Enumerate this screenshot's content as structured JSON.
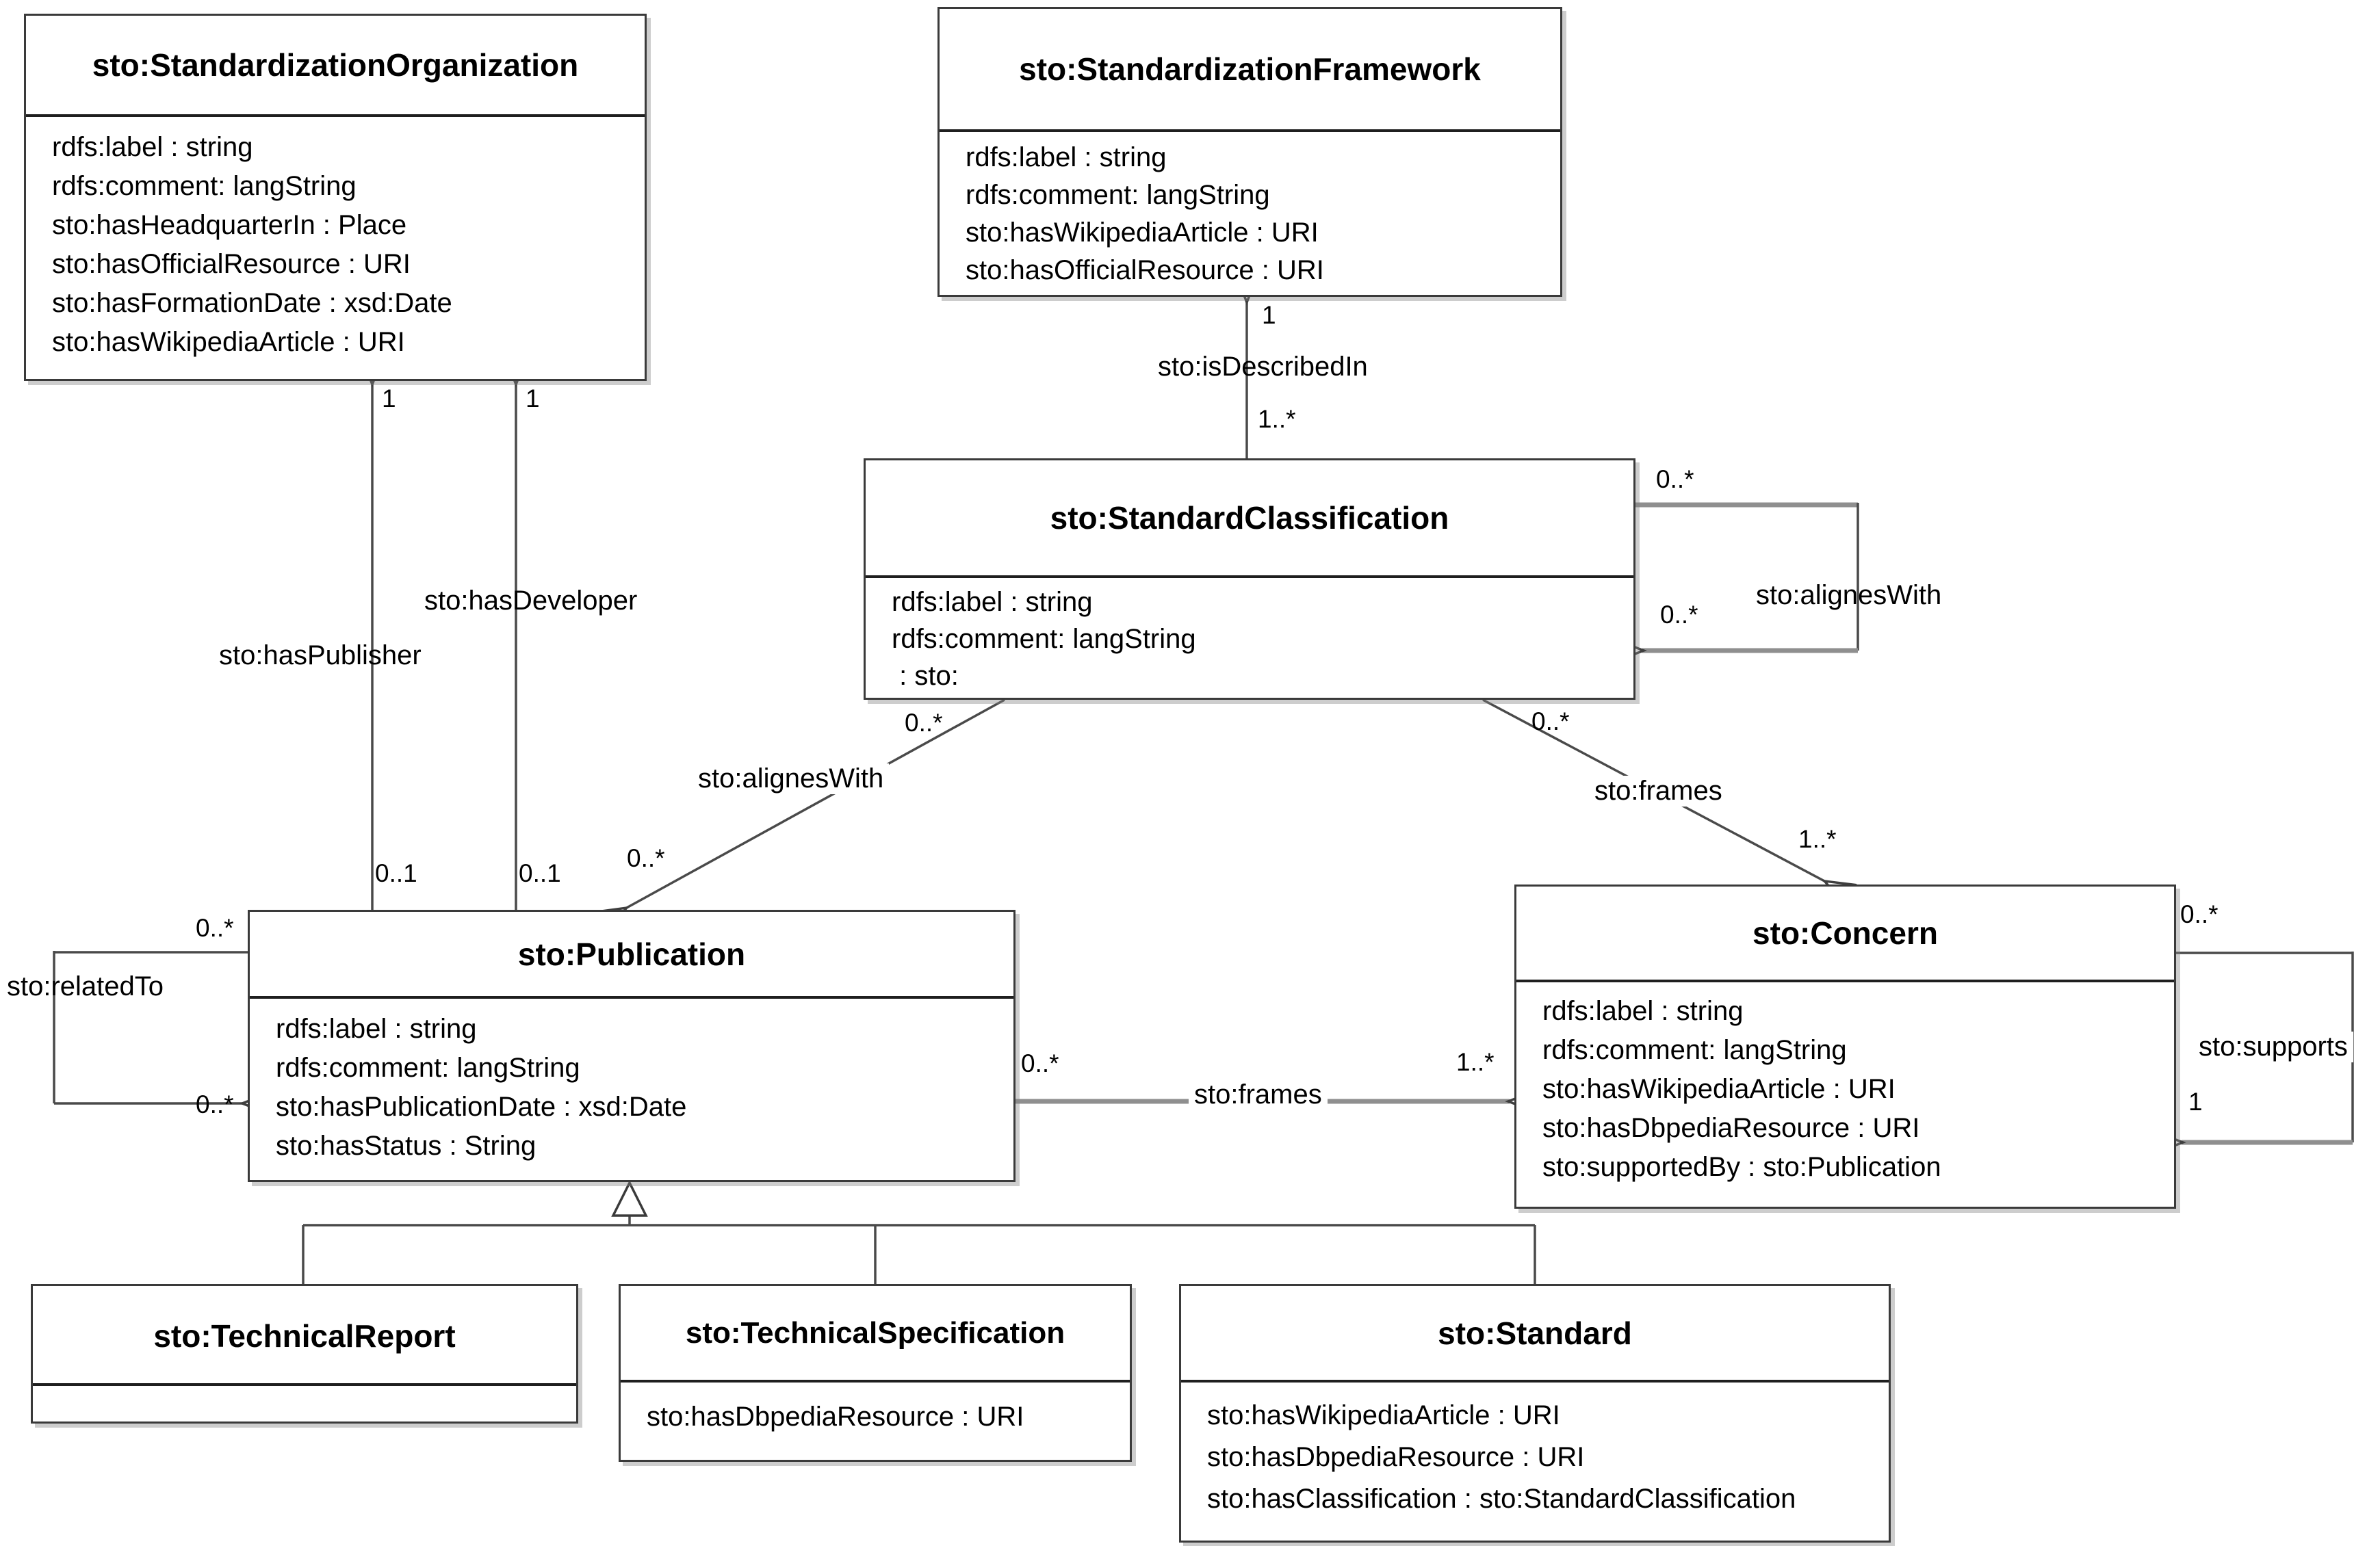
{
  "classes": [
    {
      "title": "sto:StandardizationOrganization",
      "attributes": [
        "rdfs:label : string",
        "rdfs:comment: langString",
        "sto:hasHeadquarterIn : Place",
        "sto:hasOfficialResource : URI",
        "sto:hasFormationDate : xsd:Date",
        "sto:hasWikipediaArticle : URI"
      ]
    },
    {
      "title": "sto:StandardizationFramework",
      "attributes": [
        "rdfs:label : string",
        "rdfs:comment: langString",
        "sto:hasWikipediaArticle : URI",
        "sto:hasOfficialResource : URI"
      ]
    },
    {
      "title": "sto:StandardClassification",
      "attributes": [
        "rdfs:label : string",
        "rdfs:comment: langString",
        " : sto:"
      ]
    },
    {
      "title": "sto:Publication",
      "attributes": [
        "rdfs:label : string",
        "rdfs:comment: langString",
        "sto:hasPublicationDate : xsd:Date",
        "sto:hasStatus : String"
      ]
    },
    {
      "title": "sto:Concern",
      "attributes": [
        "rdfs:label : string",
        "rdfs:comment: langString",
        "sto:hasWikipediaArticle : URI",
        "sto:hasDbpediaResource : URI",
        "sto:supportedBy : sto:Publication"
      ]
    },
    {
      "title": "sto:TechnicalReport",
      "attributes": []
    },
    {
      "title": "sto:TechnicalSpecification",
      "attributes": [
        "sto:hasDbpediaResource : URI"
      ]
    },
    {
      "title": "sto:Standard",
      "attributes": [
        "sto:hasWikipediaArticle : URI",
        "sto:hasDbpediaResource : URI",
        "sto:hasClassification : sto:StandardClassification"
      ]
    }
  ],
  "relationships": {
    "hasPublisher": "sto:hasPublisher",
    "hasDeveloper": "sto:hasDeveloper",
    "isDescribedIn": "sto:isDescribedIn",
    "alignesWith": "sto:alignesWith",
    "frames": "sto:frames",
    "relatedTo": "sto:relatedTo",
    "supports": "sto:supports"
  },
  "multiplicities": {
    "one": "1",
    "zeroOne": "0..1",
    "zeroMany": "0..*",
    "oneMany": "1..*"
  },
  "colors": {
    "line": "#4a4a4a",
    "thickLine": "#8f8f8f",
    "border": "#3a3a3a",
    "text": "#000000",
    "background": "#ffffff"
  }
}
